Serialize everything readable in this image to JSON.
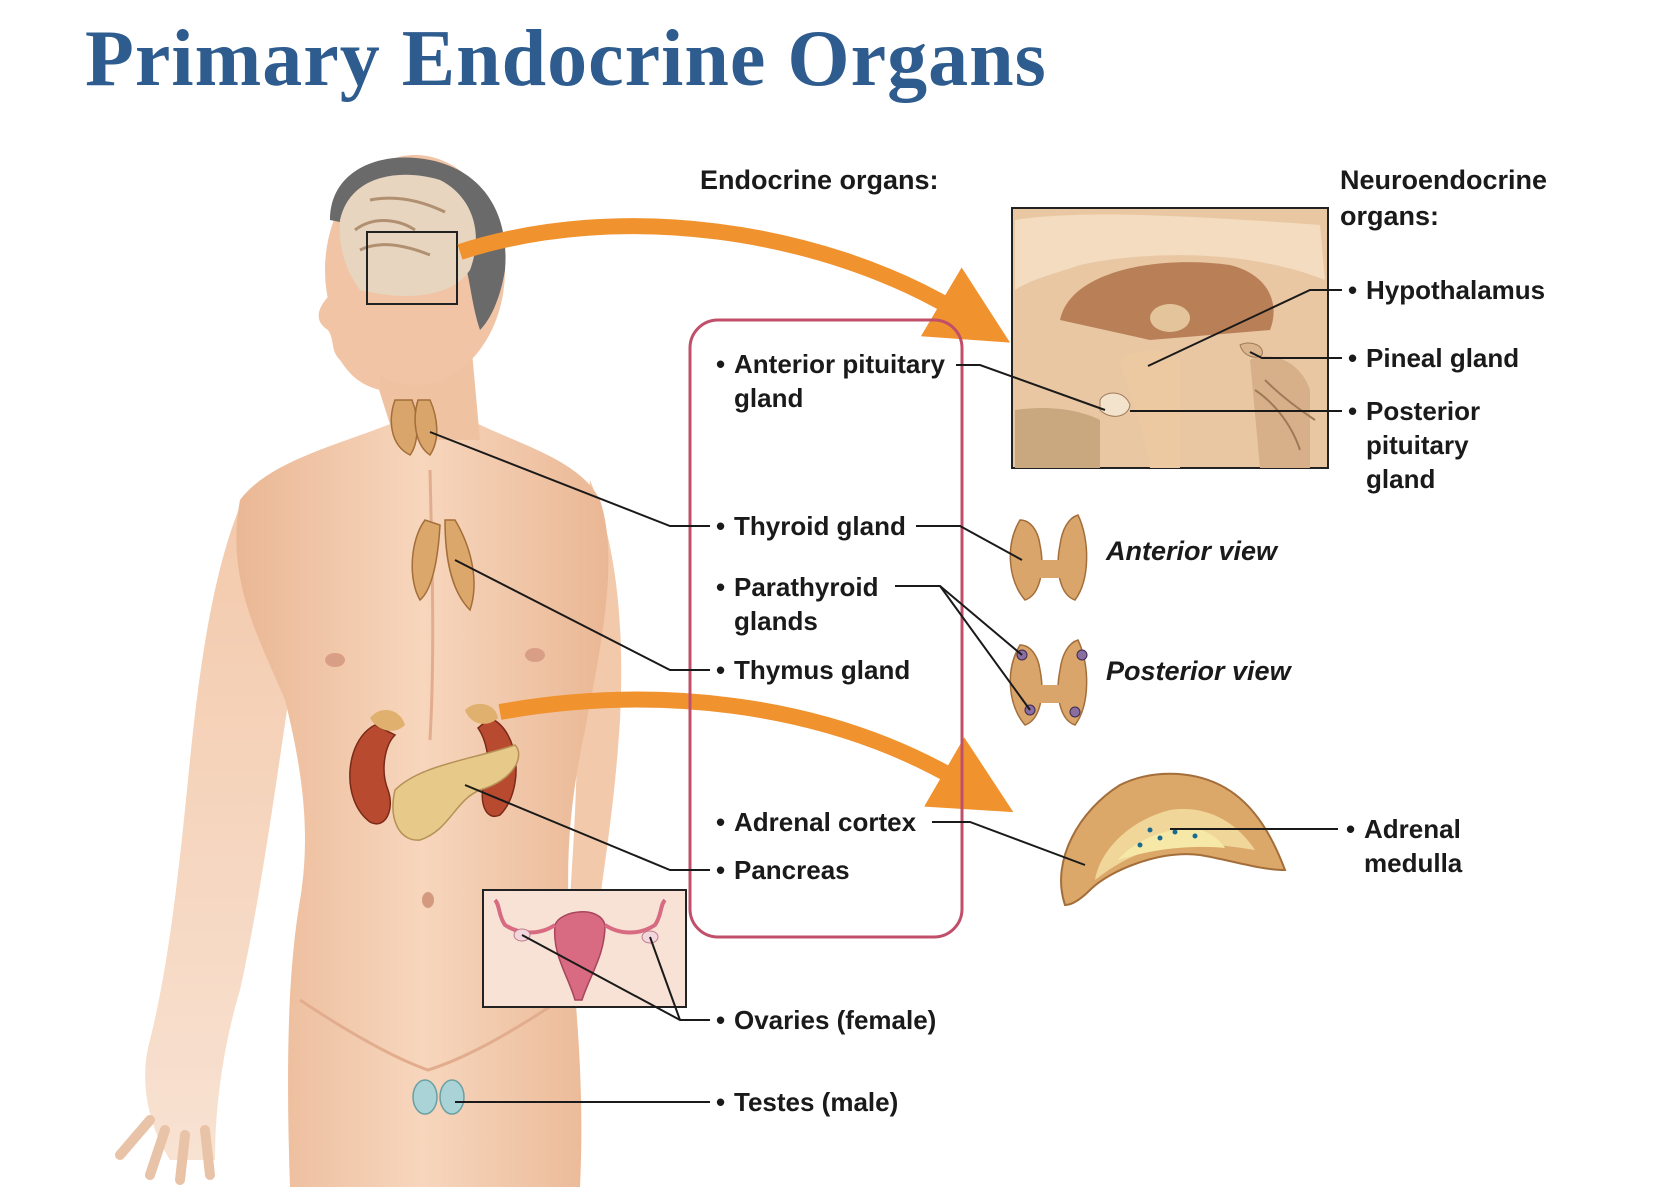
{
  "title": "Primary Endocrine Organs",
  "headers": {
    "endocrine": "Endocrine organs:",
    "neuroendocrine_line1": "Neuroendocrine",
    "neuroendocrine_line2": "organs:"
  },
  "endocrine_labels": {
    "anterior_pituitary_1": "Anterior pituitary",
    "anterior_pituitary_2": "gland",
    "thyroid": "Thyroid gland",
    "parathyroid_1": "Parathyroid",
    "parathyroid_2": "glands",
    "thymus": "Thymus gland",
    "adrenal_cortex": "Adrenal cortex",
    "pancreas": "Pancreas",
    "ovaries": "Ovaries (female)",
    "testes": "Testes (male)"
  },
  "neuroendocrine_labels": {
    "hypothalamus": "Hypothalamus",
    "pineal": "Pineal gland",
    "posterior_pituitary_1": "Posterior",
    "posterior_pituitary_2": "pituitary",
    "posterior_pituitary_3": "gland",
    "adrenal_medulla_1": "Adrenal",
    "adrenal_medulla_2": "medulla"
  },
  "views": {
    "anterior": "Anterior view",
    "posterior": "Posterior view"
  },
  "bullet": "•",
  "colors": {
    "title": "#2e5c8e",
    "skin": "#f3c9ab",
    "arrow": "#f0922e",
    "box_border": "#c0506a",
    "gland": "#d9a56a",
    "kidney": "#b84a30"
  }
}
